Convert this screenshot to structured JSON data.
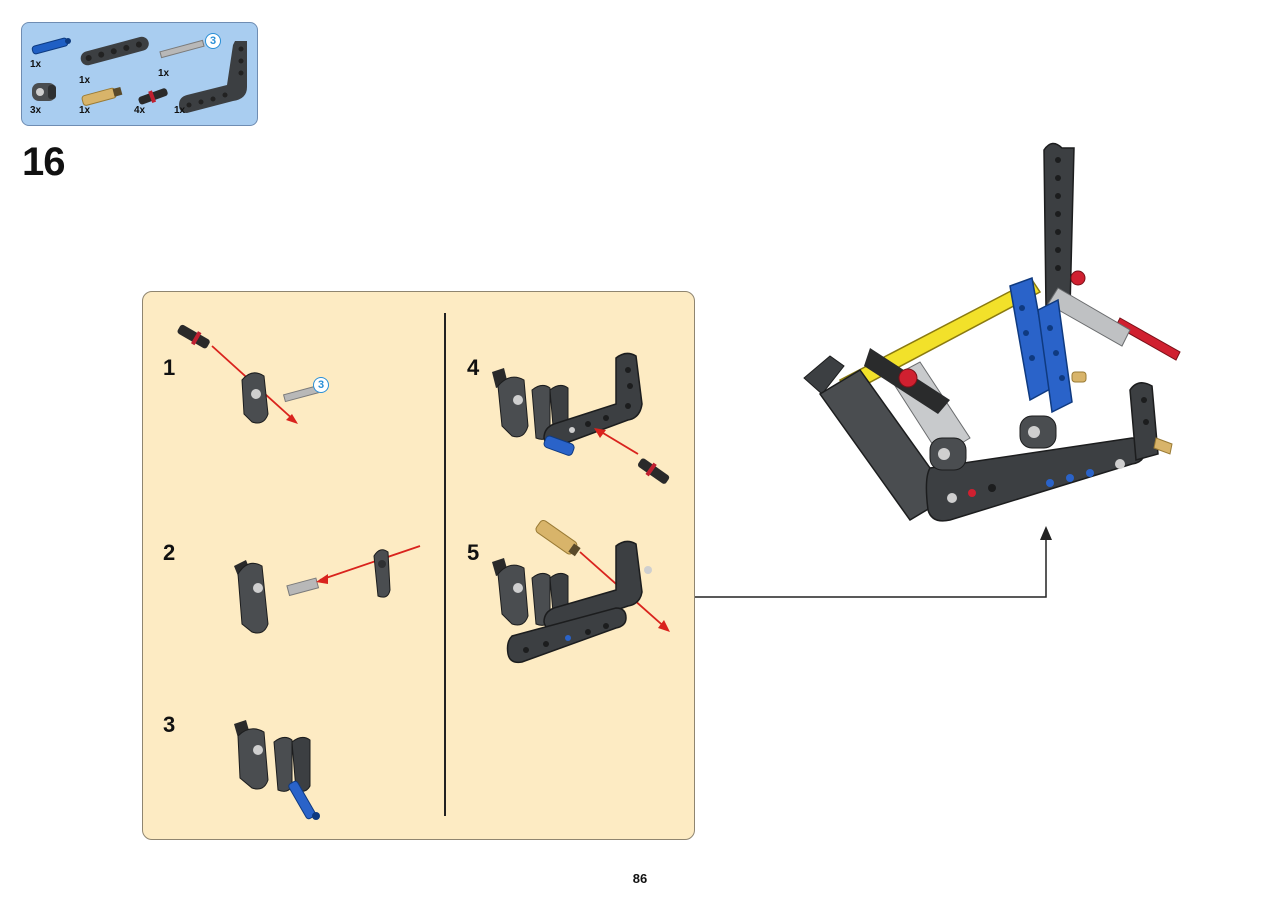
{
  "parts_list": {
    "items": [
      {
        "name": "blue-axle-pin",
        "qty": "1x"
      },
      {
        "name": "dark-gray-beam-5",
        "qty": "1x"
      },
      {
        "name": "light-gray-axle-3",
        "qty": "1x",
        "callout": "3"
      },
      {
        "name": "dark-gray-l-beam",
        "qty": "1x"
      },
      {
        "name": "dark-gray-cross-block",
        "qty": "3x"
      },
      {
        "name": "tan-axle-pin",
        "qty": "1x"
      },
      {
        "name": "black-friction-pin",
        "qty": "4x"
      }
    ]
  },
  "step": {
    "number": "16"
  },
  "sub_assembly": {
    "steps": [
      {
        "label": "1",
        "callout": "3"
      },
      {
        "label": "2"
      },
      {
        "label": "3"
      },
      {
        "label": "4"
      },
      {
        "label": "5"
      }
    ]
  },
  "page": {
    "number": "86"
  },
  "colors": {
    "parts_bg": "#a9cdf0",
    "panel_bg": "#fdebc3",
    "arrow": "#d9231d",
    "dark_gray": "#4a4d50",
    "blue": "#1f5fc4",
    "yellow": "#f2e12a",
    "tan": "#d8b46a",
    "red": "#d02030"
  }
}
